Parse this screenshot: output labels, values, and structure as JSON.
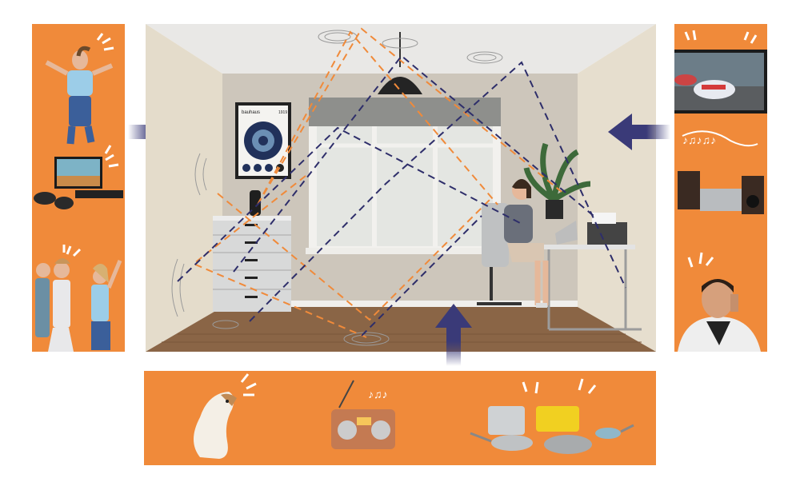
{
  "room": {
    "poster_text": "bauhaus",
    "poster_year": "1919"
  },
  "colors": {
    "orange": "#f08a3a",
    "navy_arrow": "#3a3a78",
    "sound_path_orange": "#f08a3a",
    "sound_path_navy": "#2e2e6a"
  },
  "noise_sources": {
    "left": [
      "jumping-child",
      "tv-video-game",
      "singing-children"
    ],
    "right": [
      "racing-tv",
      "stereo-hifi",
      "man-on-phone"
    ],
    "bottom": [
      "barking-dog",
      "radio",
      "cooking-pans"
    ]
  }
}
